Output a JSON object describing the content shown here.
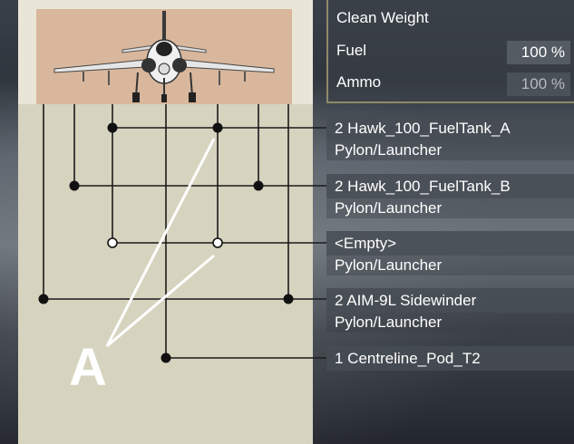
{
  "stats": {
    "clean_weight_label": "Clean Weight",
    "fuel_label": "Fuel",
    "fuel_value": "100 %",
    "ammo_label": "Ammo",
    "ammo_value": "100 %"
  },
  "slots": [
    {
      "name": "2 Hawk_100_FuelTank_A",
      "type": "Pylon/Launcher"
    },
    {
      "name": "2 Hawk_100_FuelTank_B",
      "type": "Pylon/Launcher"
    },
    {
      "name": "<Empty>",
      "type": "Pylon/Launcher"
    },
    {
      "name": "2 AIM-9L Sidewinder",
      "type": "Pylon/Launcher"
    },
    {
      "name": "1 Centreline_Pod_T2",
      "type": ""
    }
  ],
  "annotation": {
    "letter": "A"
  },
  "icons": {
    "aircraft": "jet-aircraft-front-view-icon"
  },
  "colors": {
    "panel": "#d6d3bf",
    "wire": "#111111",
    "slot_bg": "#464c54"
  }
}
